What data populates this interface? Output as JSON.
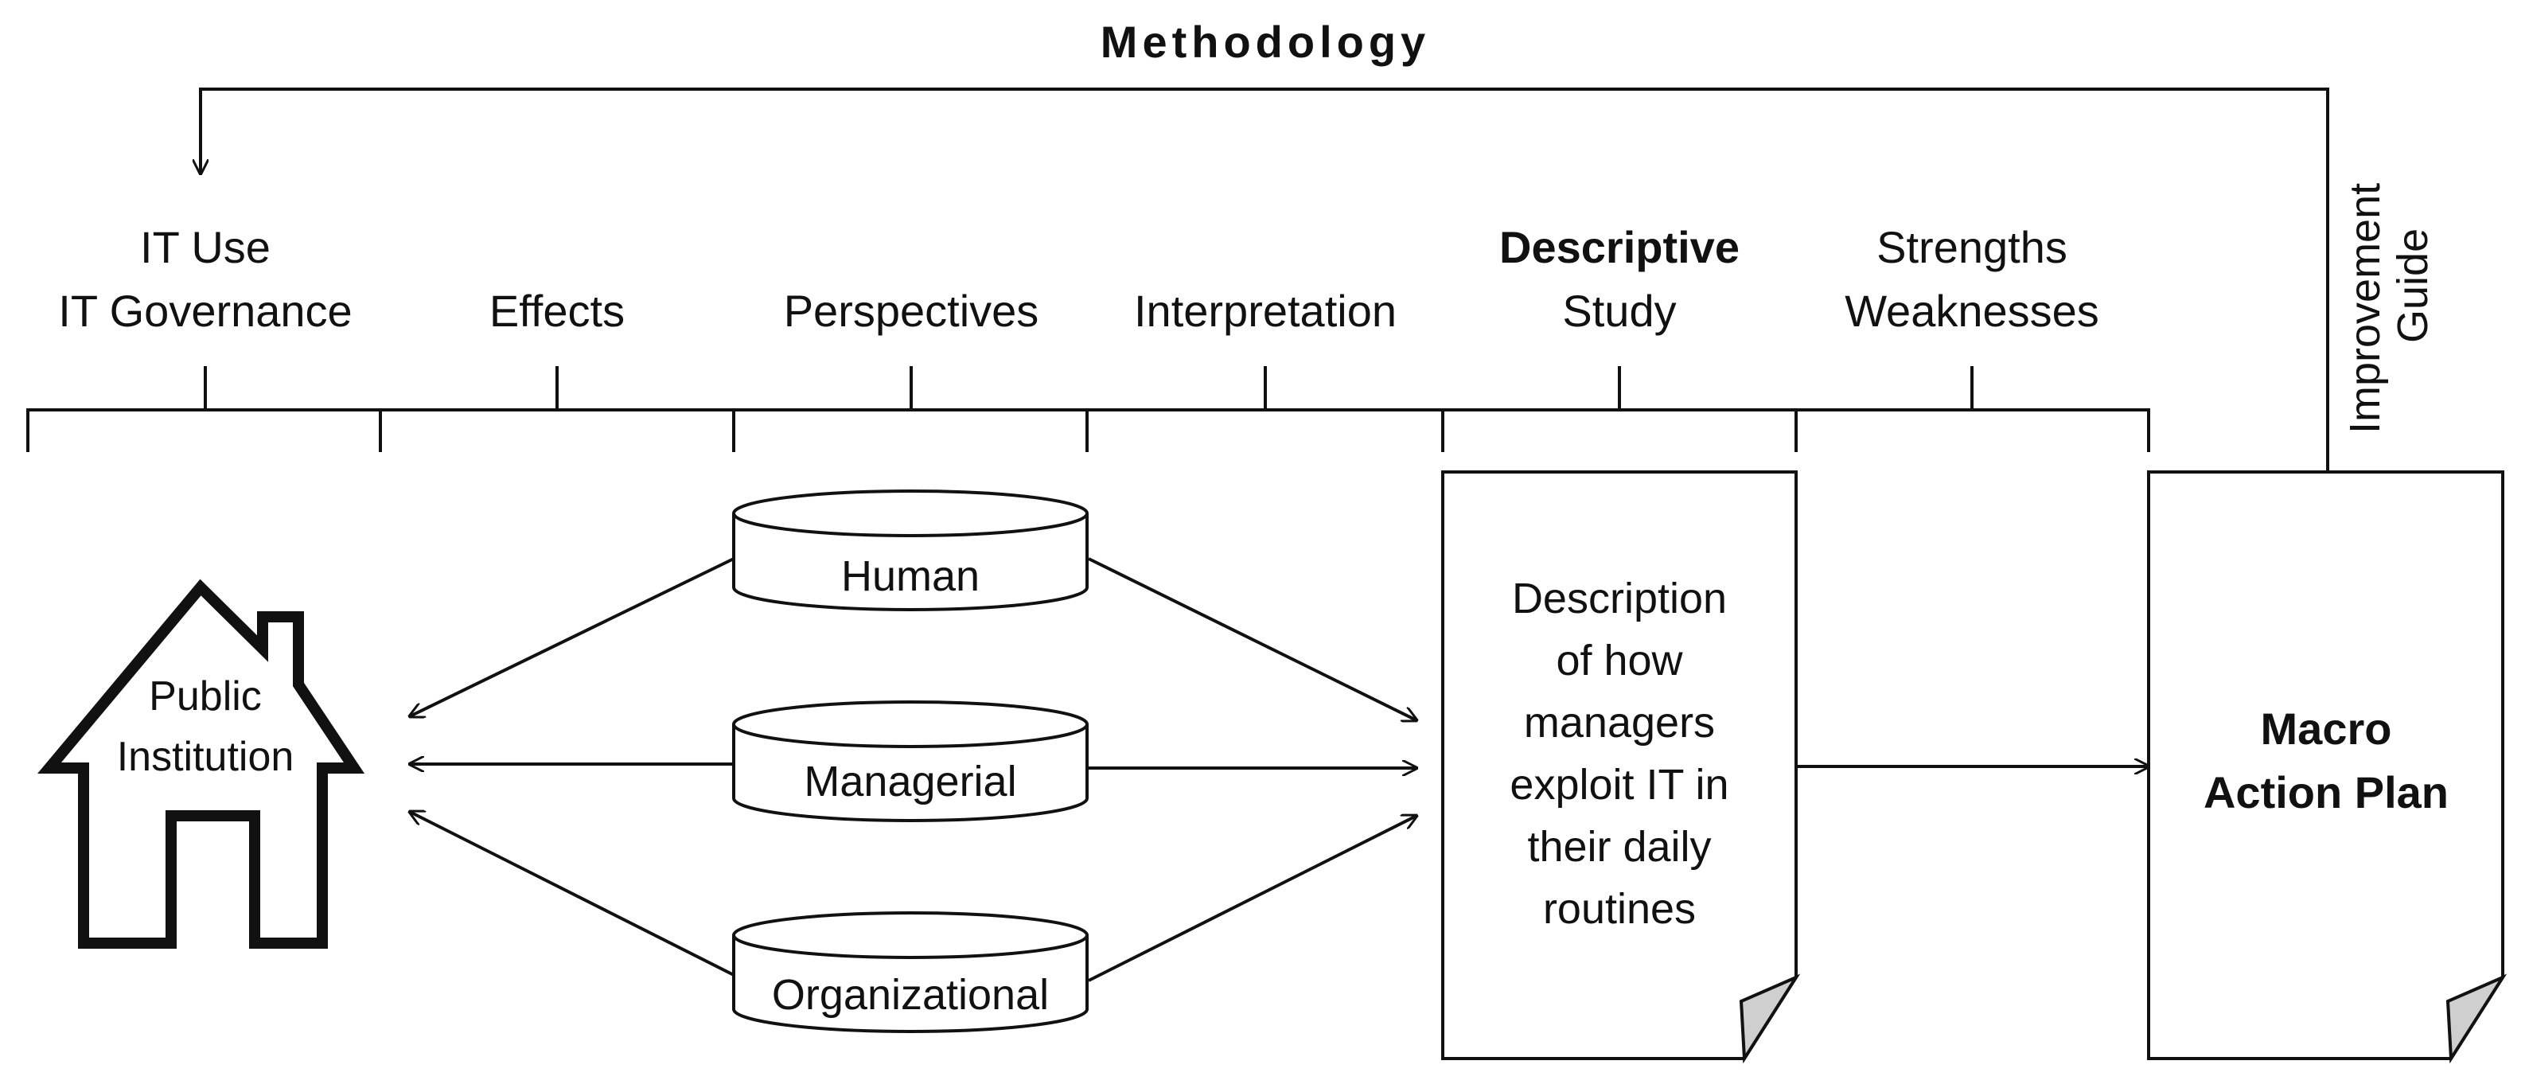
{
  "title": "Methodology",
  "phases": [
    {
      "line1": "IT Use",
      "line2": "IT Governance"
    },
    {
      "line1": "",
      "line2": "Effects"
    },
    {
      "line1": "",
      "line2": "Perspectives"
    },
    {
      "line1": "",
      "line2": "Interpretation"
    },
    {
      "line1": "Descriptive",
      "line2": "Study"
    },
    {
      "line1": "Strengths",
      "line2": "Weaknesses"
    }
  ],
  "feedback_label": {
    "line1": "Improvement",
    "line2": "Guide"
  },
  "institution": {
    "line1": "Public",
    "line2": "Institution"
  },
  "perspectives": [
    "Human",
    "Managerial",
    "Organizational"
  ],
  "description_doc": [
    "Description",
    "of how",
    "managers",
    "exploit IT in",
    "their daily",
    "routines"
  ],
  "action_plan": {
    "line1": "Macro",
    "line2": "Action Plan"
  }
}
